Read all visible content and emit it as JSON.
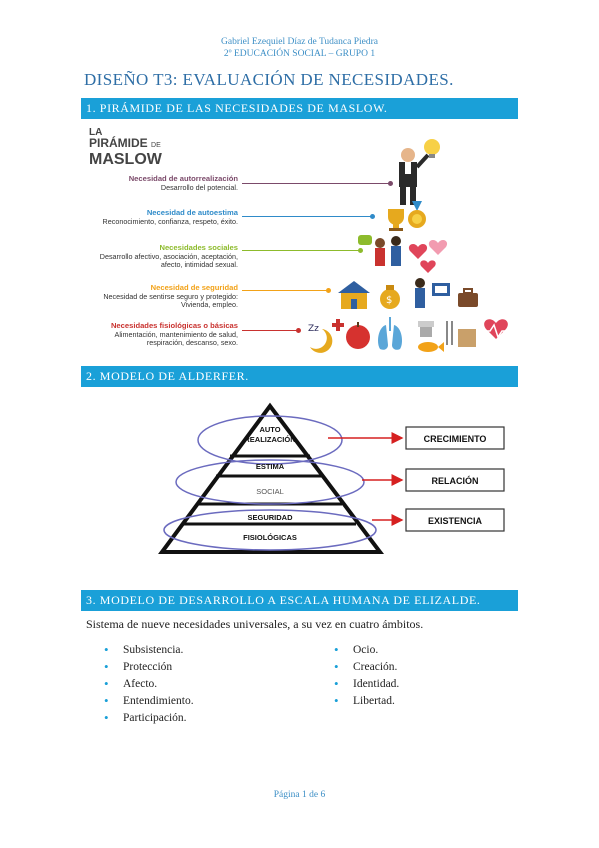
{
  "header": {
    "author": "Gabriel Ezequiel Díaz de Tudanca Piedra",
    "course": "2º EDUCACIÓN SOCIAL – GRUPO 1"
  },
  "title": "DISEÑO T3: EVALUACIÓN DE NECESIDADES.",
  "sections": [
    {
      "heading": "1. PIRÁMIDE DE LAS NECESIDADES DE MASLOW."
    },
    {
      "heading": "2. MODELO DE ALDERFER."
    },
    {
      "heading": "3. MODELO DE DESARROLLO A ESCALA HUMANA DE ELIZALDE."
    }
  ],
  "maslow": {
    "logo_line1": "LA",
    "logo_line2": "PIRÁMIDE",
    "logo_de": "DE",
    "logo_line3": "MASLOW",
    "levels": [
      {
        "title": "Necesidad de autorrealización",
        "desc": "Desarrollo del potencial.",
        "color": "#7b4a6a"
      },
      {
        "title": "Necesidad de autoestima",
        "desc": "Reconocimiento, confianza, respeto, éxito.",
        "color": "#2f8bc9"
      },
      {
        "title": "Necesidades sociales",
        "desc": "Desarrollo afectivo, asociación, aceptación, afecto, intimidad sexual.",
        "color": "#8dbb2c"
      },
      {
        "title": "Necesidad de seguridad",
        "desc": "Necesidad de sentirse seguro y protegido: Vivienda, empleo.",
        "color": "#f2a218"
      },
      {
        "title": "Necesidades fisiológicas o básicas",
        "desc": "Alimentación, mantenimiento de salud, respiración, descanso, sexo.",
        "color": "#c9322f"
      }
    ]
  },
  "alderfer": {
    "pyramid": [
      "AUTO",
      "REALIZACIÓN",
      "ESTIMA",
      "SOCIAL",
      "SEGURIDAD",
      "FISIOLÓGICAS"
    ],
    "boxes": [
      "CRECIMIENTO",
      "RELACIÓN",
      "EXISTENCIA"
    ]
  },
  "elizalde": {
    "intro": "Sistema de nueve necesidades universales, a su vez en cuatro ámbitos.",
    "col1": [
      "Subsistencia.",
      "Protección",
      "Afecto.",
      "Entendimiento.",
      "Participación."
    ],
    "col2": [
      "Ocio.",
      "Creación.",
      "Identidad.",
      "Libertad."
    ]
  },
  "footer": "Página 1 de 6"
}
